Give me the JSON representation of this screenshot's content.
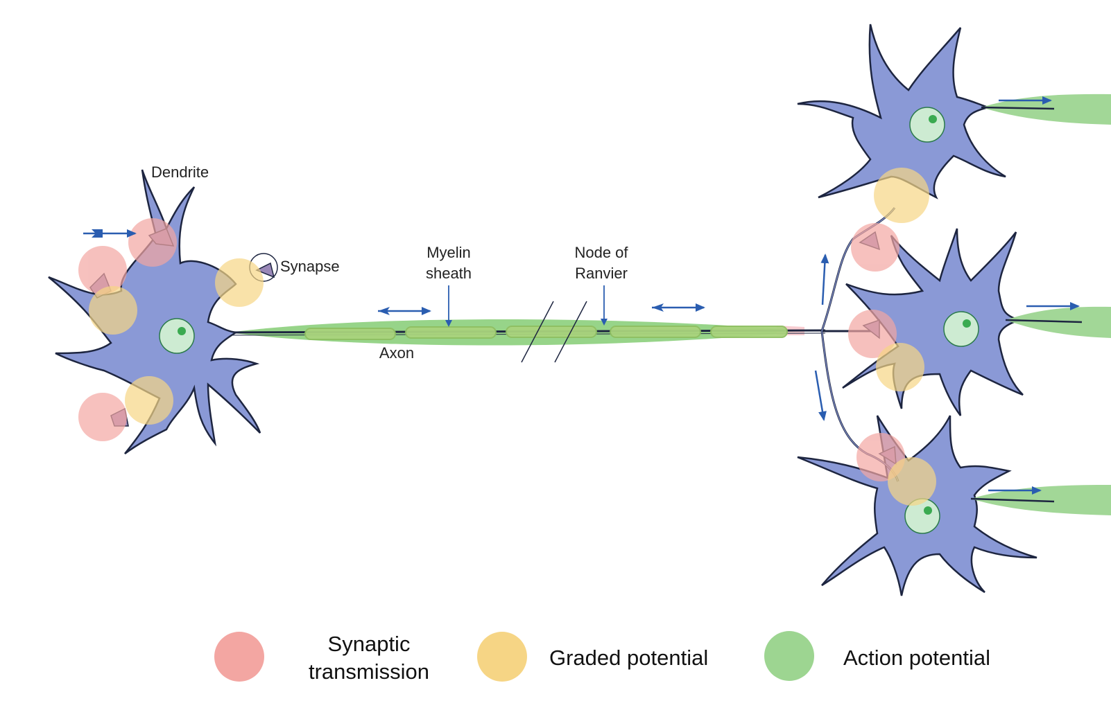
{
  "labels": {
    "dendrite": "Dendrite",
    "synapse": "Synapse",
    "myelin_line1": "Myelin",
    "myelin_line2": "sheath",
    "node_line1": "Node of",
    "node_line2": "Ranvier",
    "axon": "Axon"
  },
  "legend": [
    {
      "label_lines": [
        "Synaptic",
        "transmission"
      ],
      "color": "#f3a6a2"
    },
    {
      "label_lines": [
        "Graded potential"
      ],
      "color": "#f6d585"
    },
    {
      "label_lines": [
        "Action potential"
      ],
      "color": "#9dd591"
    }
  ],
  "colors": {
    "neuron_body": "#8a99d6",
    "neuron_outline": "#1d2540",
    "nucleus": "#cdebd2",
    "nucleolus": "#3aaa50",
    "arrow": "#2a5db0",
    "axon_field": "#8ccf7c",
    "synaptic": "#f3a6a2",
    "graded": "#f6d585",
    "action": "#9dd591"
  }
}
